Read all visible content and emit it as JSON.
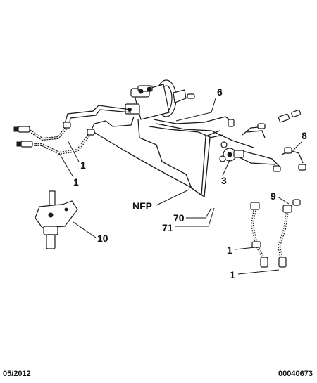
{
  "callouts": {
    "c6": "6",
    "c8": "8",
    "c1_top": "1",
    "c1_left": "1",
    "c3": "3",
    "c9": "9",
    "nfp": "NFP",
    "c70": "70",
    "c71": "71",
    "c10": "10",
    "c1_mid": "1",
    "c1_bottom": "1"
  },
  "footer": {
    "date": "05/2012",
    "reference": "00040673"
  },
  "colors": {
    "line": "#1a1a1a",
    "background": "#ffffff"
  }
}
